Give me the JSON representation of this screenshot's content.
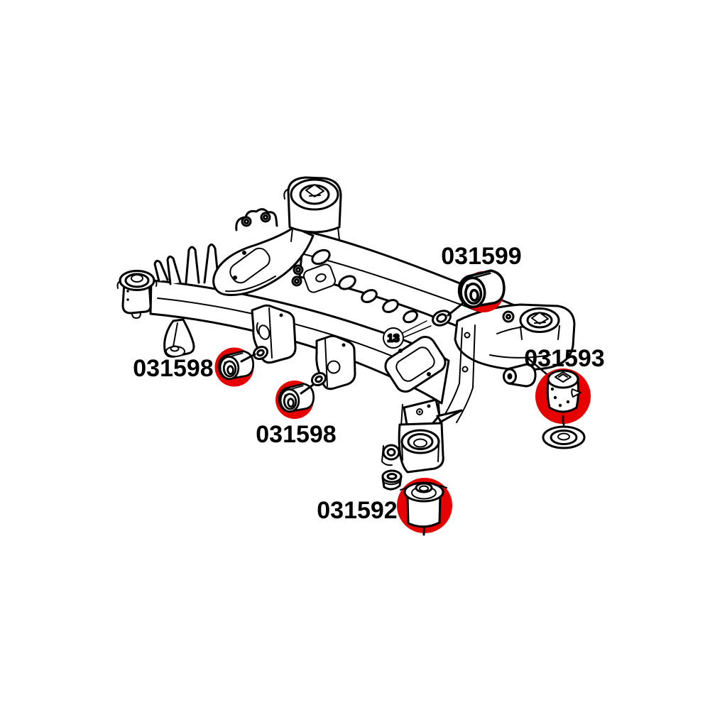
{
  "diagram": {
    "background_color": "#ffffff",
    "line_color": "#000000",
    "highlight_color": "#e60000",
    "reference_badge": {
      "number": "13"
    },
    "callouts": [
      {
        "id": "rear-beam-bushing",
        "part_number": "031599"
      },
      {
        "id": "front-arm-bushing-left",
        "part_number": "031598"
      },
      {
        "id": "front-arm-bushing-middle",
        "part_number": "031598"
      },
      {
        "id": "differential-mount",
        "part_number": "031593"
      },
      {
        "id": "rear-mount-bushing",
        "part_number": "031592"
      }
    ]
  }
}
